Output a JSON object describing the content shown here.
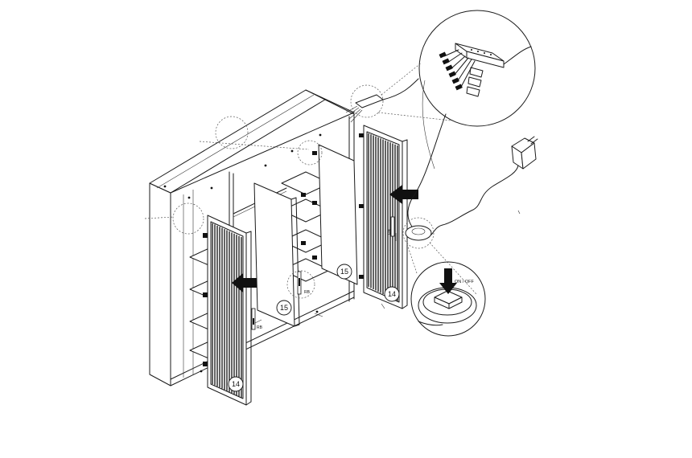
{
  "parts": {
    "glass_door_left": "14",
    "glass_door_right": "14",
    "plain_door_left": "15",
    "plain_door_right": "15"
  },
  "labels": {
    "switch": "ON / OFF",
    "hinge_mark_left": "RB",
    "hinge_mark_middle": "RB",
    "hinge_mark_right": "RB"
  },
  "icons": {
    "insert_arrow": "push-arrow-icon",
    "press_arrow": "press-down-arrow-icon",
    "power_adapter": "plug-adapter-icon",
    "led_connector": "connector-hub-icon"
  },
  "colors": {
    "line": "#1a1a1a",
    "fill": "#ffffff",
    "arrow": "#111111"
  }
}
